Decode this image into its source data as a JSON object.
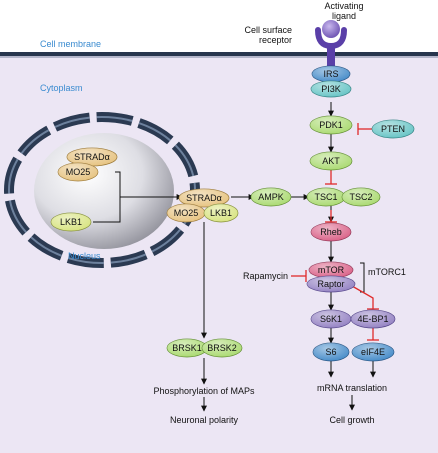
{
  "regions": {
    "membrane": "Cell membrane",
    "cytoplasm": "Cytoplasm",
    "nucleus": "Nucleus"
  },
  "receptor": {
    "ligand": [
      "Activating",
      "ligand"
    ],
    "receptor": [
      "Cell surface",
      "receptor"
    ]
  },
  "nuclear_complex": {
    "strad": "STRADα",
    "mo25": "MO25",
    "lkb1": "LKB1"
  },
  "cyto_complex": {
    "strad": "STRADα",
    "mo25": "MO25",
    "lkb1": "LKB1"
  },
  "pathway": {
    "irs": "IRS",
    "pi3k": "PI3K",
    "pten": "PTEN",
    "pdk1": "PDK1",
    "akt": "AKT",
    "ampk": "AMPK",
    "tsc1": "TSC1",
    "tsc2": "TSC2",
    "rheb": "Rheb",
    "mtor": "mTOR",
    "raptor": "Raptor",
    "mtorc1": "mTORC1",
    "rapamycin": "Rapamycin",
    "s6k1": "S6K1",
    "ebp1": "4E-BP1",
    "s6": "S6",
    "eif4e": "eIF4E",
    "brsk1": "BRSK1",
    "brsk2": "BRSK2"
  },
  "outcomes": {
    "maps": "Phosphorylation of MAPs",
    "polarity": "Neuronal polarity",
    "translation": "mRNA translation",
    "growth": "Cell growth"
  },
  "colors": {
    "membrane": "#27364d",
    "cytoplasm": "#ece6f4",
    "region_label": "#3a8bd0",
    "envelope": "#2b3a52",
    "green": "#a6d86a",
    "teal": "#5fc1c2",
    "tan": "#e5c07a",
    "yellow_green": "#d6e27a",
    "pink": "#d85a82",
    "purple": "#8f7cc0",
    "blue": "#3d86c6",
    "inhibit": "#e02b2b"
  },
  "icons": [
    "receptor-icon",
    "ligand-icon",
    "nucleus-icon"
  ]
}
